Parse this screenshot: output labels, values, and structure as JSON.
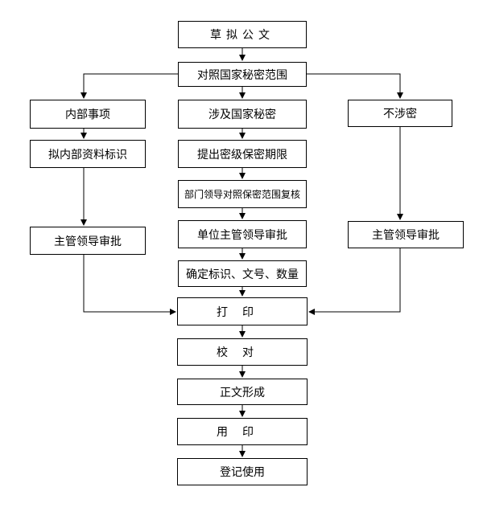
{
  "flowchart": {
    "draft": "草拟公文",
    "check_scope": "对照国家秘密范围",
    "internal_matter": "内部事项",
    "involves_secret": "涉及国家秘密",
    "not_secret": "不涉密",
    "mark_internal": "拟内部资料标识",
    "propose_level": "提出密级保密期限",
    "dept_review": "部门领导对照保密范围复核",
    "unit_approval": "单位主管领导审批",
    "supervisor_approval_left": "主管领导审批",
    "supervisor_approval_right": "主管领导审批",
    "confirm_marks": "确定标识、文号、数量",
    "print": "打印",
    "proofread": "校对",
    "final_text": "正文形成",
    "seal": "用印",
    "register": "登记使用"
  }
}
